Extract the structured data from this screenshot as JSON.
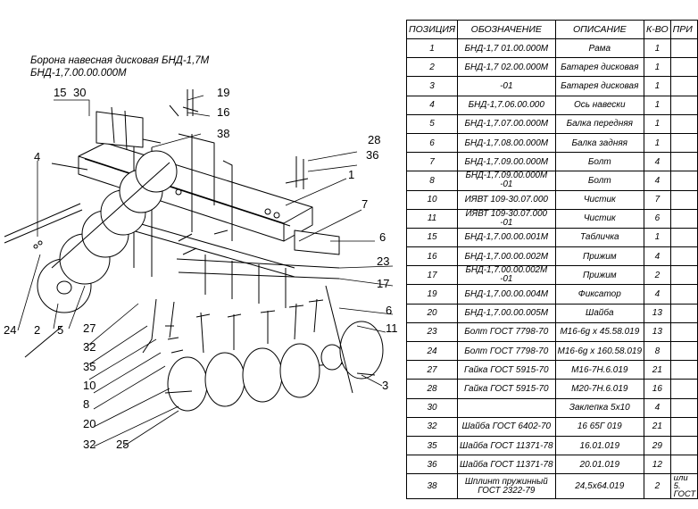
{
  "drawing": {
    "title_line1": "Борона навесная дисковая БНД-1,7М",
    "title_line2": "БНД-1,7.00.00.000М",
    "callouts": [
      "15",
      "30",
      "19",
      "16",
      "38",
      "28",
      "36",
      "4",
      "1",
      "7",
      "6",
      "23",
      "17",
      "6",
      "11",
      "24",
      "2",
      "5",
      "27",
      "32",
      "35",
      "10",
      "8",
      "20",
      "32",
      "25",
      "3"
    ]
  },
  "table": {
    "headers": [
      "ПОЗИЦИЯ",
      "ОБОЗНАЧЕНИЕ",
      "ОПИСАНИЕ",
      "К-ВО",
      "ПРИ"
    ],
    "rows": [
      {
        "pos": "1",
        "code": "БНД-1,7 01.00.000М",
        "desc": "Рама",
        "qty": "1",
        "note": ""
      },
      {
        "pos": "2",
        "code": "БНД-1,7 02.00.000М",
        "desc": "Батарея дисковая",
        "qty": "1",
        "note": ""
      },
      {
        "pos": "3",
        "code": "-01",
        "desc": "Батарея дисковая",
        "qty": "1",
        "note": ""
      },
      {
        "pos": "4",
        "code": "БНД-1,7.06.00.000",
        "desc": "Ось навески",
        "qty": "1",
        "note": ""
      },
      {
        "pos": "5",
        "code": "БНД-1,7.07.00.000М",
        "desc": "Балка передняя",
        "qty": "1",
        "note": ""
      },
      {
        "pos": "6",
        "code": "БНД-1,7.08.00.000М",
        "desc": "Балка задняя",
        "qty": "1",
        "note": ""
      },
      {
        "pos": "7",
        "code": "БНД-1,7.09.00.000М",
        "desc": "Болт",
        "qty": "4",
        "note": ""
      },
      {
        "pos": "8",
        "code": "БНД-1,7.09.00.000М -01",
        "desc": "Болт",
        "qty": "4",
        "note": ""
      },
      {
        "pos": "10",
        "code": "ИЯВТ 109-30.07.000",
        "desc": "Чистик",
        "qty": "7",
        "note": ""
      },
      {
        "pos": "11",
        "code": "ИЯВТ 109-30.07.000 -01",
        "desc": "Чистик",
        "qty": "6",
        "note": ""
      },
      {
        "pos": "15",
        "code": "БНД-1,7.00.00.001М",
        "desc": "Табличка",
        "qty": "1",
        "note": ""
      },
      {
        "pos": "16",
        "code": "БНД-1,7.00.00.002М",
        "desc": "Прижим",
        "qty": "4",
        "note": ""
      },
      {
        "pos": "17",
        "code": "БНД-1,7.00.00.002М -01",
        "desc": "Прижим",
        "qty": "2",
        "note": ""
      },
      {
        "pos": "19",
        "code": "БНД-1,7.00.00.004М",
        "desc": "Фиксатор",
        "qty": "4",
        "note": ""
      },
      {
        "pos": "20",
        "code": "БНД-1,7.00.00.005М",
        "desc": "Шайба",
        "qty": "13",
        "note": ""
      },
      {
        "pos": "23",
        "code": "Болт ГОСТ 7798-70",
        "desc": "М16-6g x 45.58.019",
        "qty": "13",
        "note": ""
      },
      {
        "pos": "24",
        "code": "Болт ГОСТ 7798-70",
        "desc": "М16-6g x 160.58.019",
        "qty": "8",
        "note": ""
      },
      {
        "pos": "27",
        "code": "Гайка ГОСТ 5915-70",
        "desc": "М16-7Н.6.019",
        "qty": "21",
        "note": ""
      },
      {
        "pos": "28",
        "code": "Гайка ГОСТ 5915-70",
        "desc": "М20-7Н.6.019",
        "qty": "16",
        "note": ""
      },
      {
        "pos": "30",
        "code": "",
        "desc": "Заклепка 5х10",
        "qty": "4",
        "note": ""
      },
      {
        "pos": "32",
        "code": "Шайба ГОСТ 6402-70",
        "desc": "16 65Г 019",
        "qty": "21",
        "note": ""
      },
      {
        "pos": "35",
        "code": "Шайба ГОСТ 11371-78",
        "desc": "16.01.019",
        "qty": "29",
        "note": ""
      },
      {
        "pos": "36",
        "code": "Шайба ГОСТ 11371-78",
        "desc": "20.01.019",
        "qty": "12",
        "note": ""
      },
      {
        "pos": "38",
        "code": "Шплинт пружинный ГОСТ 2322-79",
        "desc": "24,5х64.019",
        "qty": "2",
        "note": "или 5. ГОСТ"
      }
    ]
  }
}
